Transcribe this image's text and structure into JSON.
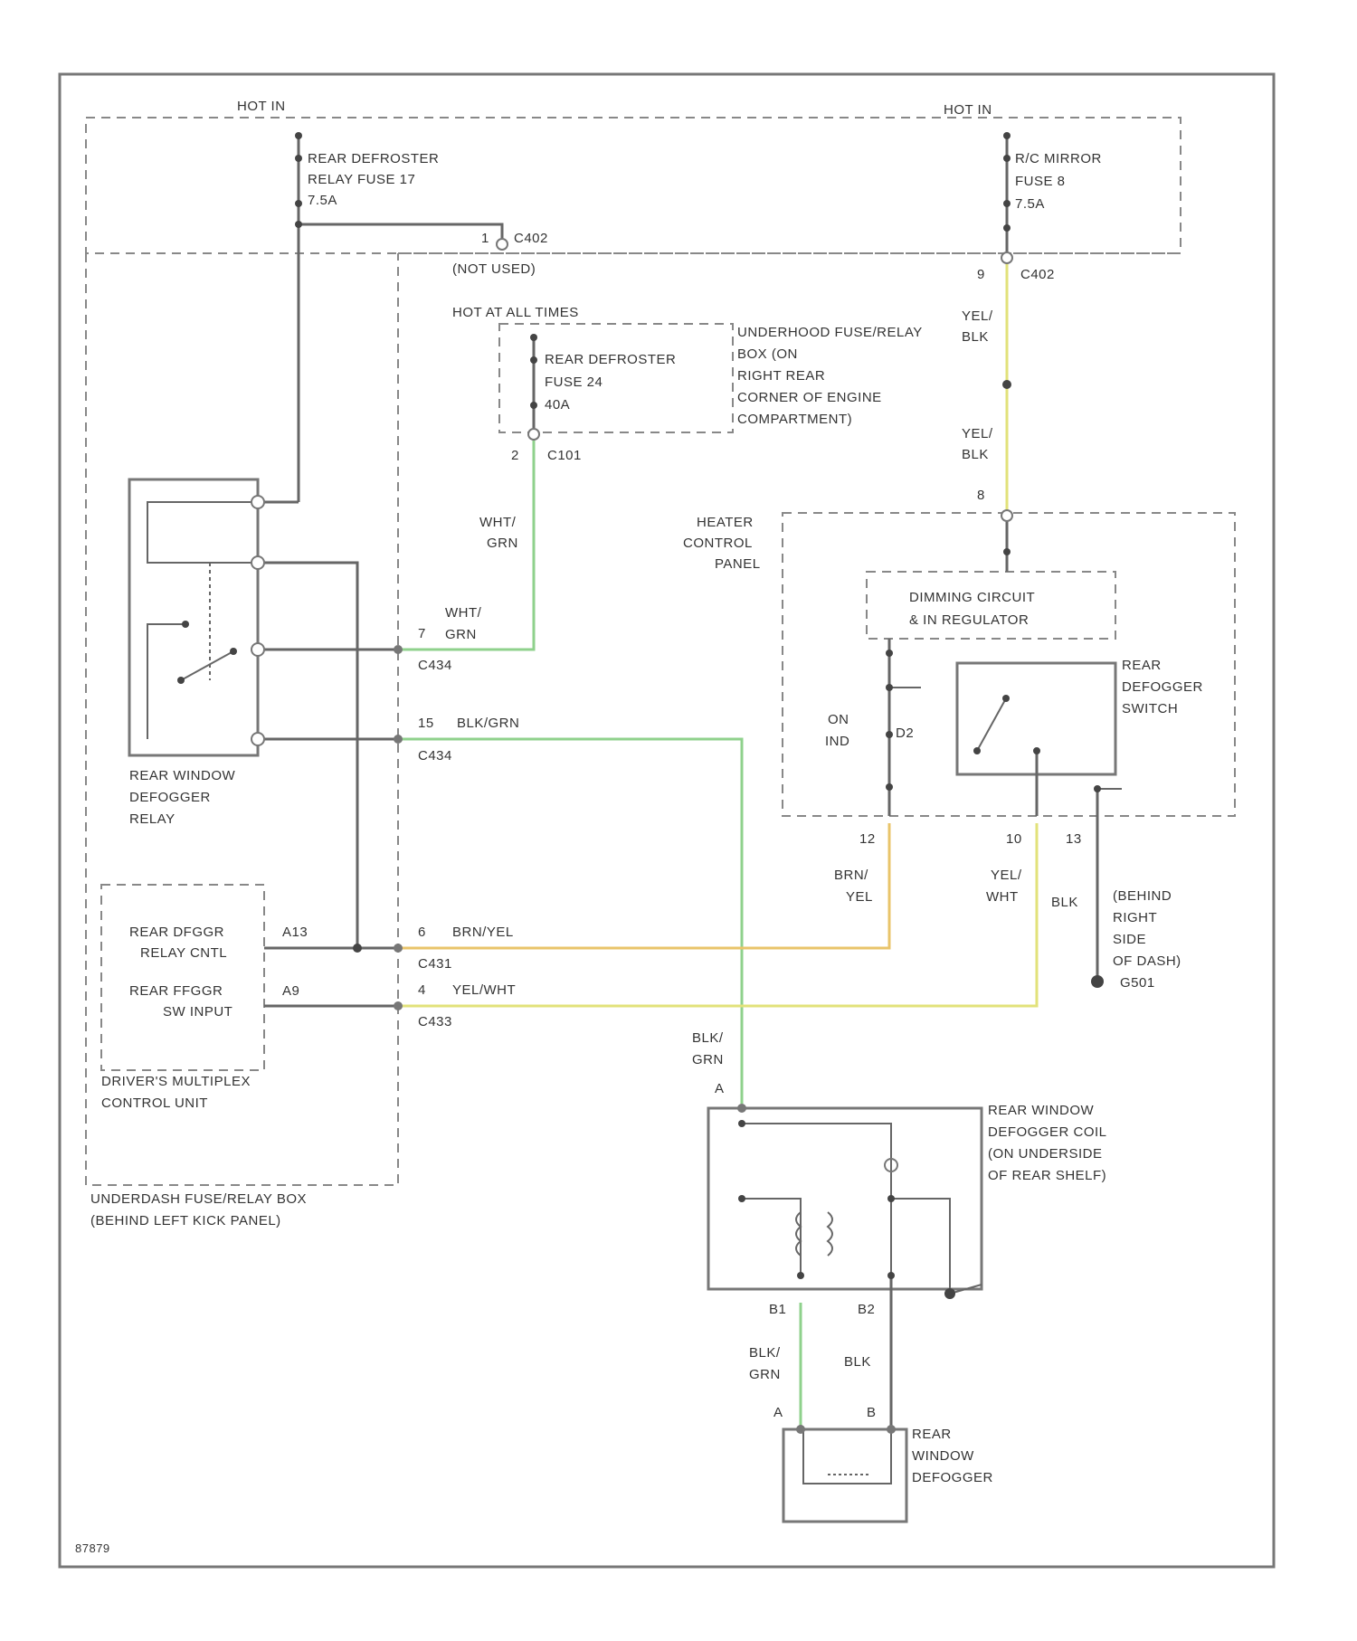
{
  "labels": {
    "hot30_left": "HOT IN",
    "hot30_right": "HOT IN",
    "fuse_left_line1": "REAR DEFROSTER",
    "fuse_left_line2": "RELAY FUSE 17",
    "fuse_left_line3": "7.5A",
    "fuse_right_line1": "R/C MIRROR",
    "fuse_right_line2": "FUSE 8",
    "fuse_right_line3": "7.5A",
    "conn_c402": "C402",
    "not_used": "(NOT USED)",
    "pin1": "1",
    "pin9_c402": "9",
    "conn_c402_right": "C402",
    "hot_all_times": "HOT AT ALL TIMES",
    "fuse_center_line1": "REAR DEFROSTER",
    "fuse_center_line2": "FUSE 24",
    "fuse_center_line3": "40A",
    "underhood_line1": "UNDERHOOD FUSE/RELAY",
    "underhood_line2": "BOX (ON",
    "underhood_line3": "RIGHT REAR",
    "underhood_line4": "CORNER OF ENGINE",
    "underhood_line5": "COMPARTMENT)",
    "pin2": "2",
    "conn_c101": "C101",
    "wire_yel_blk_1a": "YEL/",
    "wire_yel_blk_1b": "BLK",
    "wire_yel_blk_2a": "YEL/",
    "wire_yel_blk_2b": "BLK",
    "wire_wht_grn_1a": "WHT/",
    "wire_wht_grn_1b": "GRN",
    "heater_line1": "HEATER",
    "heater_line2": "CONTROL",
    "heater_line3": "PANEL",
    "pin8": "8",
    "dimming_line1": "DIMMING CIRCUIT",
    "dimming_line2": "& IN REGULATOR",
    "rear_defog_sw_line1": "REAR",
    "rear_defog_sw_line2": "DEFOGGER",
    "rear_defog_sw_line3": "SWITCH",
    "on_ind_line1": "ON",
    "on_ind_line2": "IND",
    "d2": "D2",
    "pin7": "7",
    "wire_wht_grn_2a": "WHT/",
    "wire_wht_grn_2b": "GRN",
    "conn_c434_a": "C434",
    "pin15": "15",
    "wire_blk_grn_1": "BLK/GRN",
    "conn_c434_b": "C434",
    "relay_line1": "REAR WINDOW",
    "relay_line2": "DEFOGGER",
    "relay_line3": "RELAY",
    "pin12": "12",
    "pin10": "10",
    "pin13": "13",
    "wire_brn_yel_1a": "BRN/",
    "wire_brn_yel_1b": "YEL",
    "wire_yel_wht_1a": "YEL/",
    "wire_yel_wht_1b": "WHT",
    "wire_blk_1": "BLK",
    "ground_line1": "(BEHIND",
    "ground_line2": "RIGHT",
    "ground_line3": "SIDE",
    "ground_line4": "OF DASH)",
    "ground_line5": "G501",
    "dmcu_line1": "REAR DFGGR",
    "dmcu_line2": "RELAY CNTL",
    "dmcu_line3": "REAR FFGGR",
    "dmcu_line4": "SW INPUT",
    "a13": "A13",
    "a9": "A9",
    "pin6": "6",
    "wire_brn_yel_2": "BRN/YEL",
    "conn_c431_a": "C431",
    "pin4": "4",
    "wire_yel_wht_2": "YEL/WHT",
    "conn_c431_b": "C433",
    "dmcu_name_line1": "DRIVER'S MULTIPLEX",
    "dmcu_name_line2": "CONTROL UNIT",
    "wire_blk_grn_2a": "BLK/",
    "wire_blk_grn_2b": "GRN",
    "pin_a_coil": "A",
    "coil_line1": "REAR WINDOW",
    "coil_line2": "DEFOGGER COIL",
    "coil_line3": "(ON UNDERSIDE",
    "coil_line4": "OF REAR SHELF)",
    "underdash_line1": "UNDERDASH FUSE/RELAY BOX",
    "underdash_line2": "(BEHIND LEFT KICK PANEL)",
    "pin_b1": "B1",
    "pin_b2": "B2",
    "wire_blk_grn_3a": "BLK/",
    "wire_blk_grn_3b": "GRN",
    "wire_blk_2": "BLK",
    "pin_a_def": "A",
    "pin_b_def": "B",
    "defogger_line1": "REAR",
    "defogger_line2": "WINDOW",
    "defogger_line3": "DEFOGGER",
    "figure_id": "87879"
  },
  "colors": {
    "wire_default": "#666666",
    "wire_yellow": "#e2e27a",
    "wire_green": "#8fd18c",
    "wire_brown_yellow": "#e9c46a",
    "frame": "#777777"
  }
}
